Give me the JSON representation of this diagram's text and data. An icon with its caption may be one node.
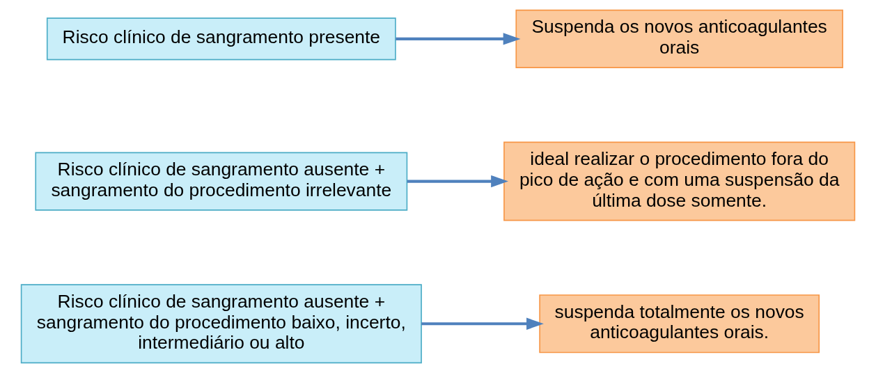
{
  "diagram": {
    "nodes": [
      {
        "text": [
          "Risco clínico de sangramento presente"
        ]
      },
      {
        "text": [
          "Suspenda os novos anticoagulantes orais"
        ]
      },
      {
        "text": [
          "Risco clínico de sangramento ausente + sangramento do procedimento irrelevante"
        ]
      },
      {
        "text": [
          "ideal realizar o procedimento fora do pico de ação e com uma suspensão da última dose somente."
        ]
      },
      {
        "text": [
          "Risco clínico de sangramento ausente + sangramento do procedimento baixo, incerto, intermediário ou alto"
        ]
      },
      {
        "text": [
          "suspenda totalmente os novos anticoagulantes orais."
        ]
      }
    ],
    "edges": [
      {
        "from": 0,
        "to": 1,
        "arrow": "to"
      },
      {
        "from": 2,
        "to": 3,
        "arrow": "to"
      },
      {
        "from": 4,
        "to": 5,
        "arrow": "to"
      }
    ]
  }
}
